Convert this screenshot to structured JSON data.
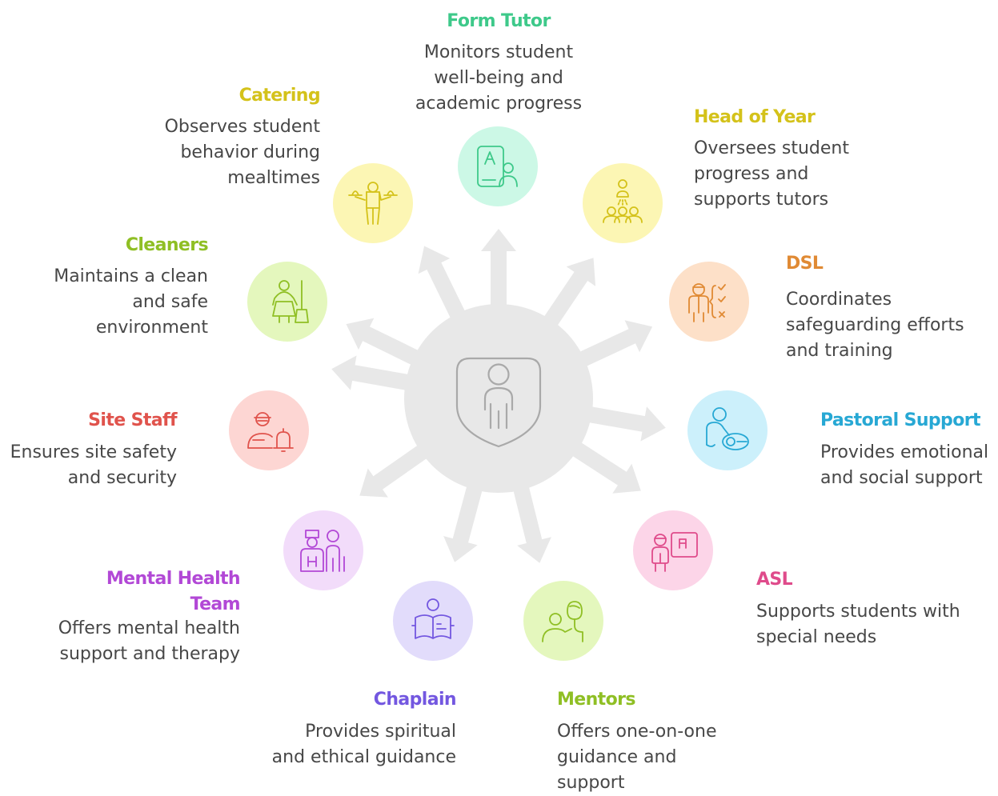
{
  "hub": {
    "icon": "shield-person-icon"
  },
  "roles": [
    {
      "id": "form-tutor",
      "title": "Form Tutor",
      "description": "Monitors student\nwell-being and\nacademic progress",
      "color": "#3ec98a",
      "fill": "#ccf8e6",
      "icon": "tablet-student-icon"
    },
    {
      "id": "head-of-year",
      "title": "Head of Year",
      "description": "Oversees student\nprogress and\nsupports tutors",
      "color": "#d4c21a",
      "fill": "#fcf6b4",
      "icon": "group-presenter-icon"
    },
    {
      "id": "dsl",
      "title": "DSL",
      "description": "Coordinates\nsafeguarding efforts\nand training",
      "color": "#e08a34",
      "fill": "#fde0c8",
      "icon": "person-checklist-icon"
    },
    {
      "id": "pastoral-support",
      "title": "Pastoral Support",
      "description": "Provides emotional\nand social support",
      "color": "#27a8d4",
      "fill": "#ccf0fb",
      "icon": "caregiver-icon"
    },
    {
      "id": "asl",
      "title": "ASL",
      "description": "Supports students with\nspecial needs",
      "color": "#df4b8b",
      "fill": "#fcd5e8",
      "icon": "teacher-board-icon"
    },
    {
      "id": "mentors",
      "title": "Mentors",
      "description": "Offers one-on-one\nguidance and\nsupport",
      "color": "#8fbf24",
      "fill": "#e4f7bd",
      "icon": "two-people-talking-icon"
    },
    {
      "id": "chaplain",
      "title": "Chaplain",
      "description": "Provides spiritual\nand ethical guidance",
      "color": "#7357e0",
      "fill": "#e2dcfb",
      "icon": "person-reading-icon"
    },
    {
      "id": "mental-health-team",
      "title": "Mental Health\nTeam",
      "description": "Offers mental health\nsupport and therapy",
      "color": "#b248d6",
      "fill": "#f2dcfa",
      "icon": "doctor-patient-icon"
    },
    {
      "id": "site-staff",
      "title": "Site Staff",
      "description": "Ensures site safety\nand security",
      "color": "#e0534c",
      "fill": "#fdd6d3",
      "icon": "guard-alarm-icon"
    },
    {
      "id": "cleaners",
      "title": "Cleaners",
      "description": "Maintains a clean\nand safe\nenvironment",
      "color": "#8fbf24",
      "fill": "#e4f7bd",
      "icon": "cleaner-broom-icon"
    },
    {
      "id": "catering",
      "title": "Catering",
      "description": "Observes student\nbehavior during\nmealtimes",
      "color": "#d4c21a",
      "fill": "#fcf6b4",
      "icon": "waiter-trays-icon"
    }
  ]
}
